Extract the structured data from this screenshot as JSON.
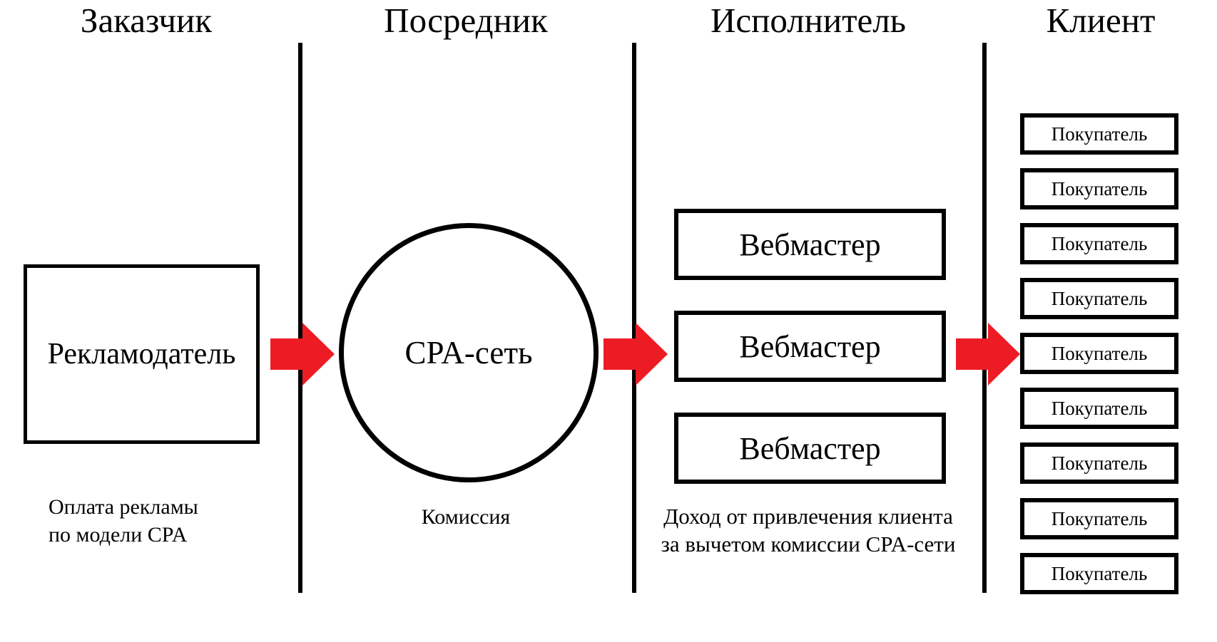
{
  "colors": {
    "line": "#000000",
    "arrow": "#ED1C24",
    "background": "#FFFFFF"
  },
  "columns": [
    {
      "id": "customer",
      "header": "Заказчик"
    },
    {
      "id": "intermediary",
      "header": "Посредник"
    },
    {
      "id": "executor",
      "header": "Исполнитель"
    },
    {
      "id": "client",
      "header": "Клиент"
    }
  ],
  "advertiser": {
    "label": "Рекламодатель",
    "caption_line1": "Оплата рекламы",
    "caption_line2": "по модели CPA"
  },
  "cpa_network": {
    "label": "CPA-сеть",
    "caption": "Комиссия"
  },
  "webmasters": {
    "labels": [
      "Вебмастер",
      "Вебмастер",
      "Вебмастер"
    ],
    "caption_line1": "Доход от привлечения клиента",
    "caption_line2": "за вычетом комиссии CPA-сети"
  },
  "buyers": {
    "labels": [
      "Покупатель",
      "Покупатель",
      "Покупатель",
      "Покупатель",
      "Покупатель",
      "Покупатель",
      "Покупатель",
      "Покупатель",
      "Покупатель"
    ]
  }
}
